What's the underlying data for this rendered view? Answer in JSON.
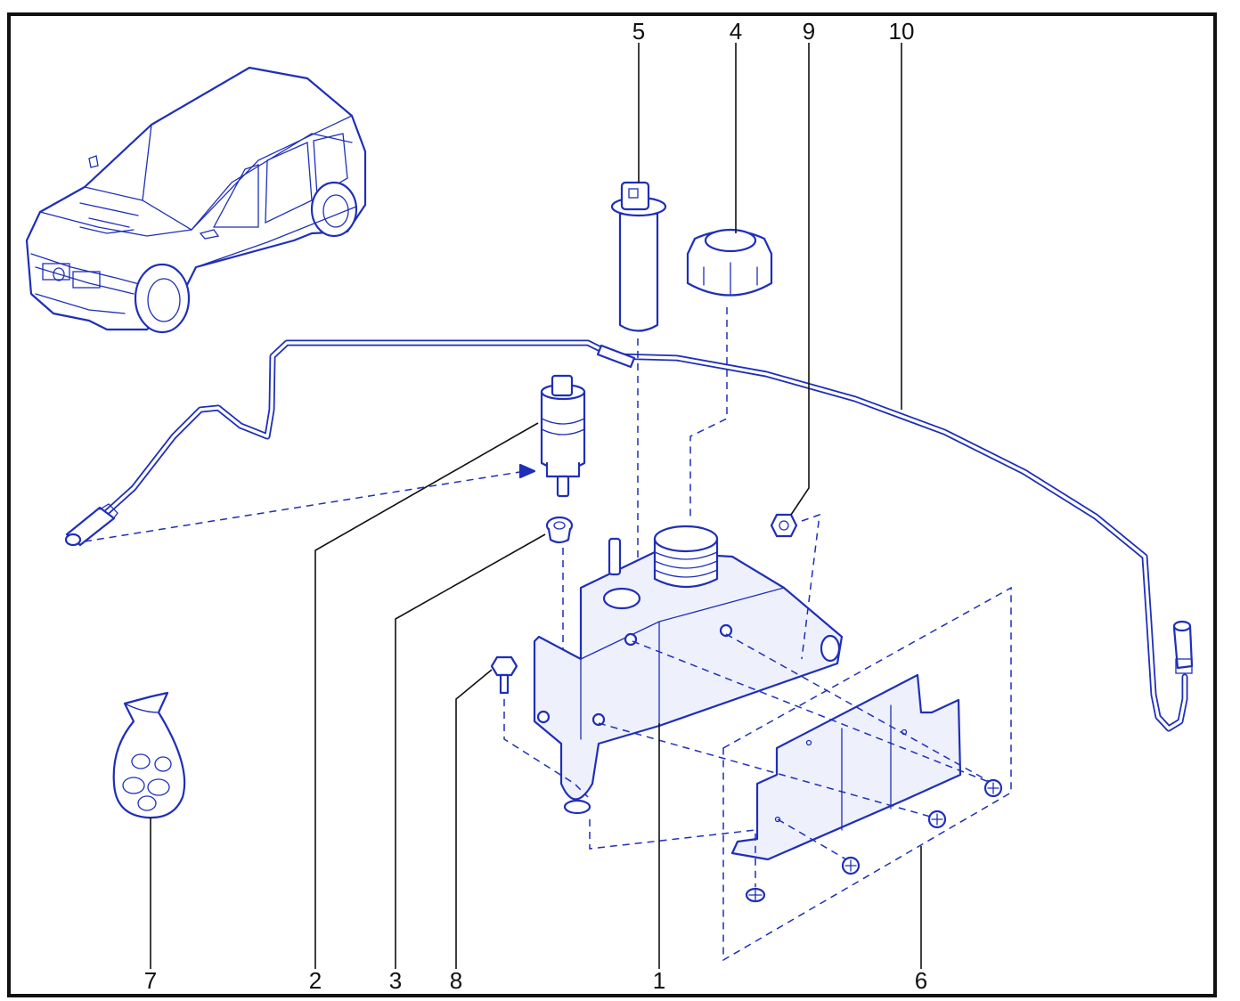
{
  "callouts": {
    "c1": "1",
    "c2": "2",
    "c3": "3",
    "c4": "4",
    "c5": "5",
    "c6": "6",
    "c7": "7",
    "c8": "8",
    "c9": "9",
    "c10": "10"
  },
  "colors": {
    "line_art": "#1f2fb8",
    "frame": "#111111"
  }
}
